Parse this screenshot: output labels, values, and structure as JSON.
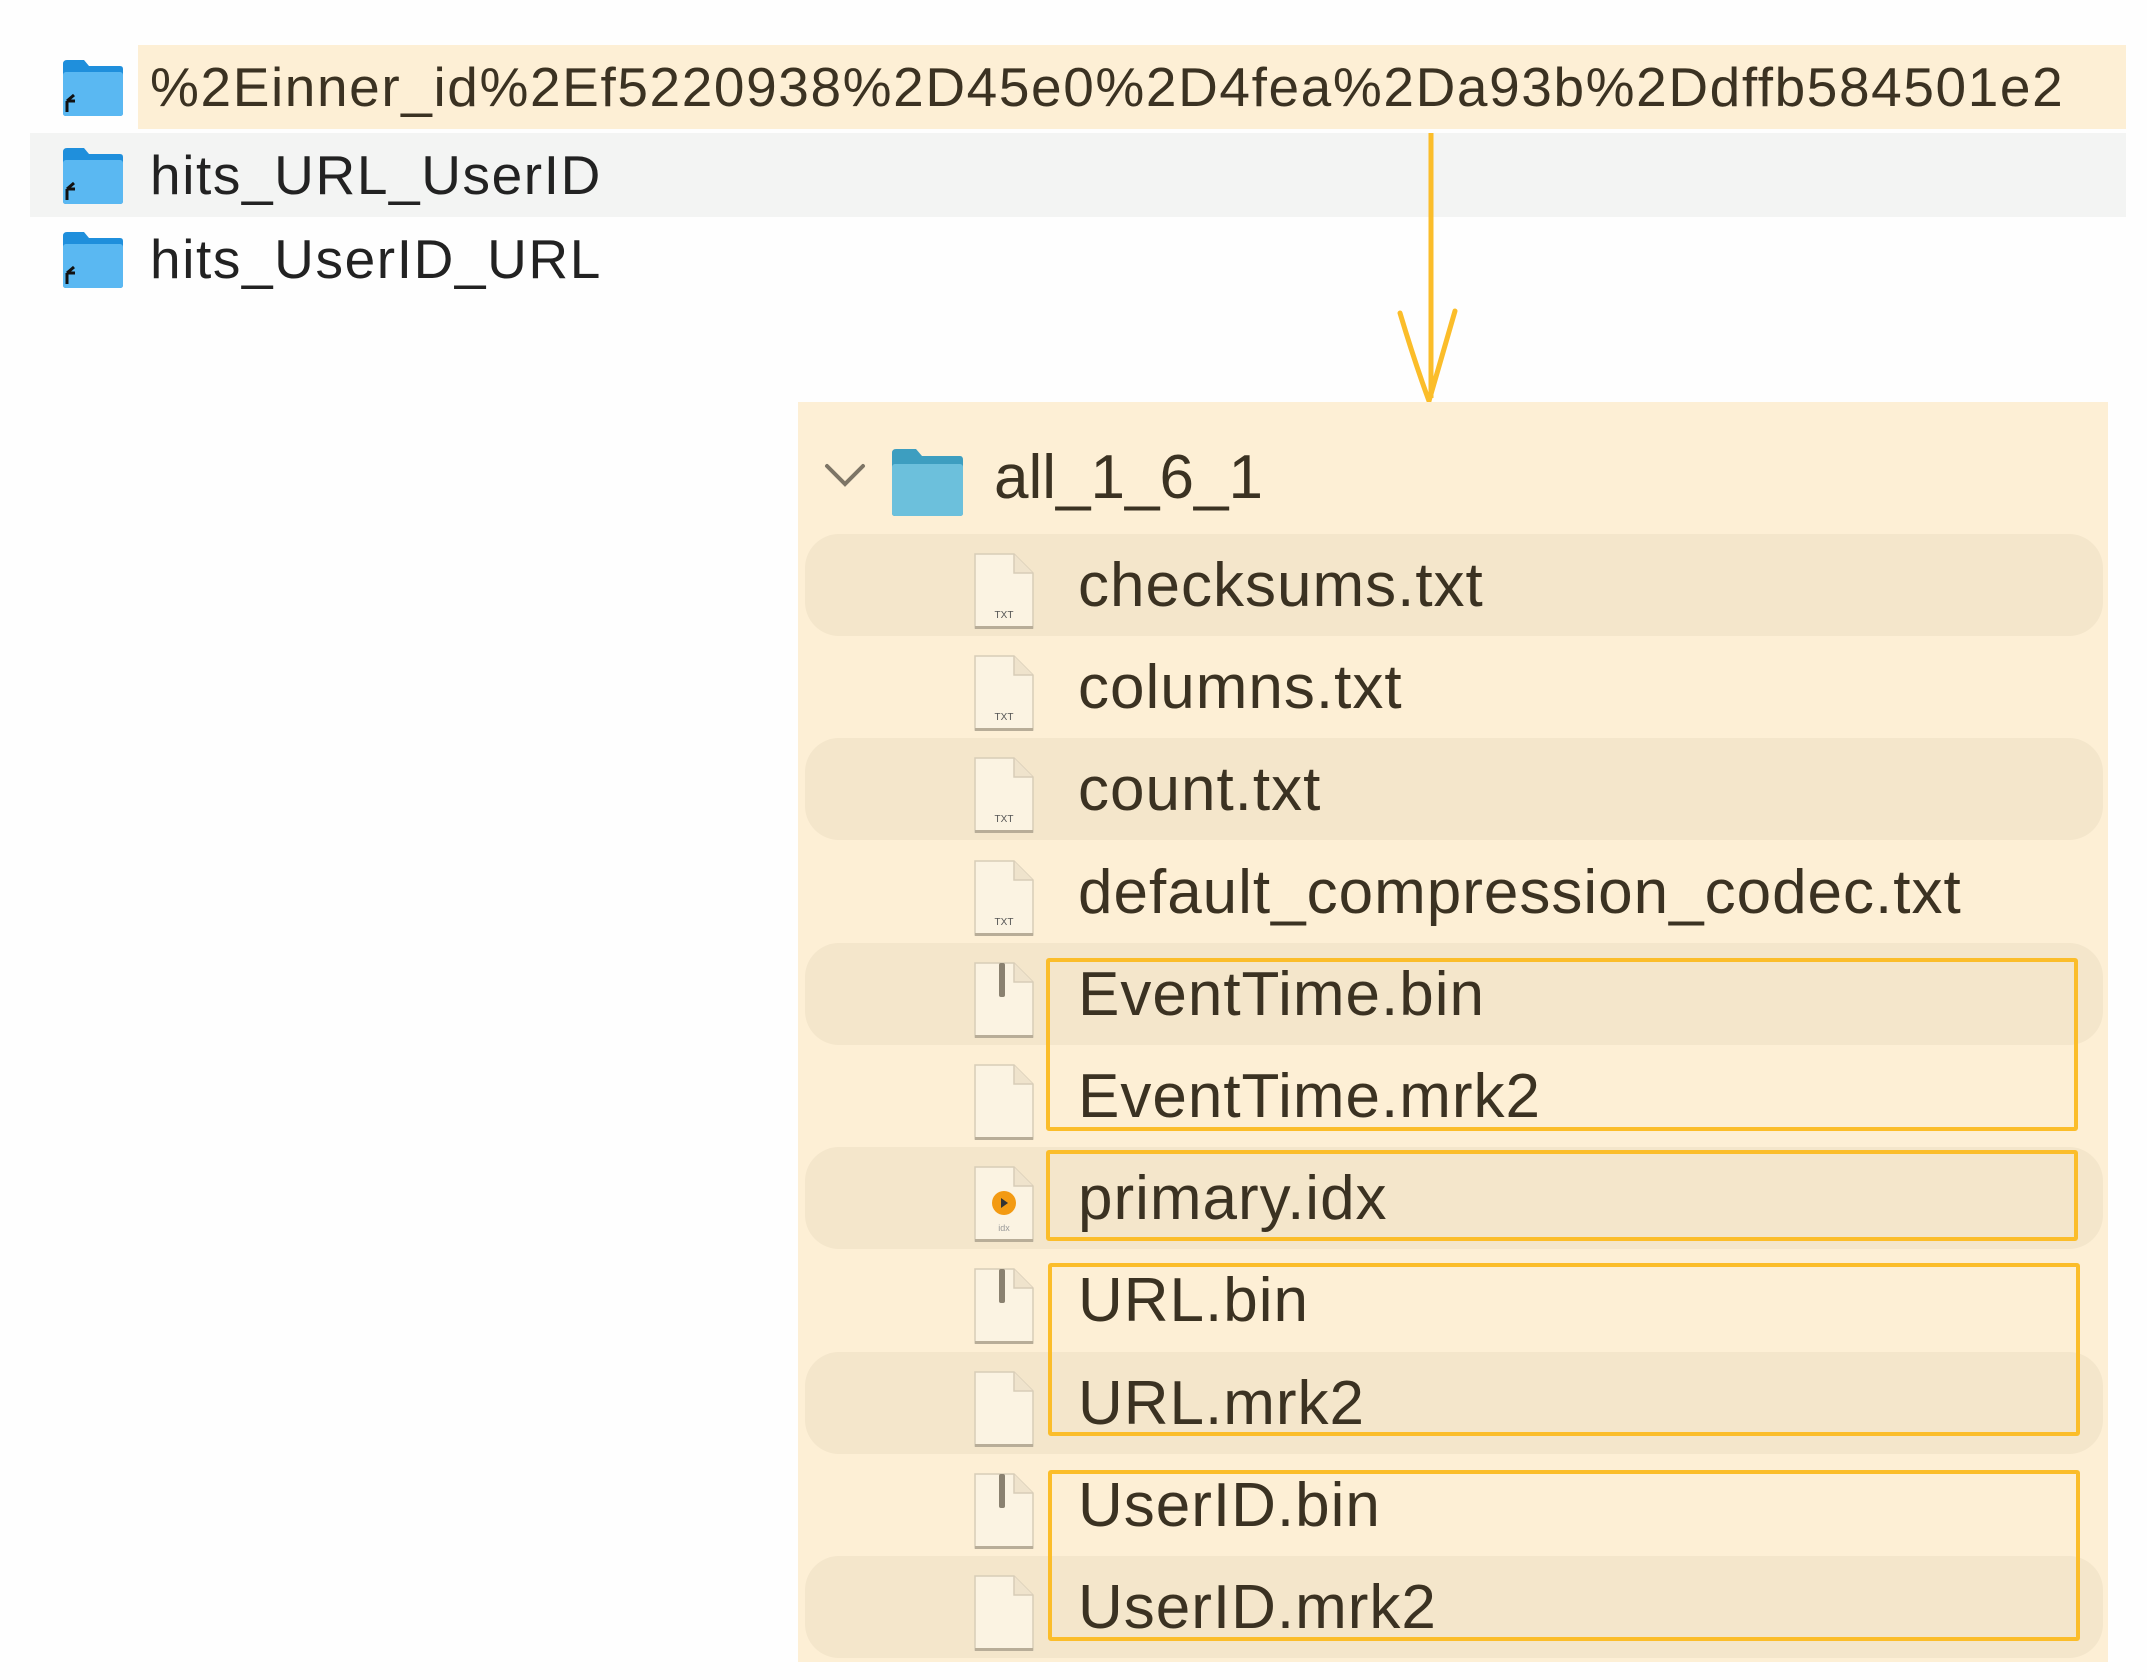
{
  "folders": [
    {
      "name": "%2Einner_id%2Ef5220938%2D45e0%2D4fea%2Da93b%2Ddffb584501e2",
      "state": "highlighted"
    },
    {
      "name": "hits_URL_UserID",
      "state": "hover"
    },
    {
      "name": "hits_UserID_URL",
      "state": "normal"
    }
  ],
  "expanded": {
    "name": "all_1_6_1",
    "files": [
      {
        "name": "checksums.txt",
        "icon": "txt-file-icon"
      },
      {
        "name": "columns.txt",
        "icon": "txt-file-icon"
      },
      {
        "name": "count.txt",
        "icon": "txt-file-icon"
      },
      {
        "name": "default_compression_codec.txt",
        "icon": "txt-file-icon"
      },
      {
        "name": "EventTime.bin",
        "icon": "binary-file-icon"
      },
      {
        "name": "EventTime.mrk2",
        "icon": "blank-file-icon"
      },
      {
        "name": "primary.idx",
        "icon": "idx-file-icon"
      },
      {
        "name": "URL.bin",
        "icon": "binary-file-icon"
      },
      {
        "name": "URL.mrk2",
        "icon": "blank-file-icon"
      },
      {
        "name": "UserID.bin",
        "icon": "binary-file-icon"
      },
      {
        "name": "UserID.mrk2",
        "icon": "blank-file-icon"
      }
    ],
    "highlight_groups": [
      [
        "EventTime.bin",
        "EventTime.mrk2"
      ],
      [
        "primary.idx"
      ],
      [
        "URL.bin",
        "URL.mrk2"
      ],
      [
        "UserID.bin",
        "UserID.mrk2"
      ]
    ]
  },
  "colors": {
    "highlight": "#fdefd5",
    "hover": "#f3f4f3",
    "stripe": "#f4e6cb",
    "annotation": "#fbbd2a",
    "folder": "#4aa8ea"
  }
}
